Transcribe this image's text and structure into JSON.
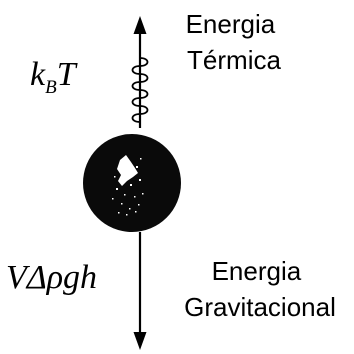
{
  "thermal": {
    "label_line1": "Energia",
    "label_line2": "Térmica",
    "formula_k": "k",
    "formula_sub": "B",
    "formula_T": "T"
  },
  "gravitational": {
    "label_line1": "Energia",
    "label_line2": "Gravitacional",
    "formula": "VΔρgh"
  },
  "colors": {
    "ink": "#000000",
    "particle": "#0a0a0a",
    "highlight": "#ffffff",
    "background": "#ffffff"
  }
}
